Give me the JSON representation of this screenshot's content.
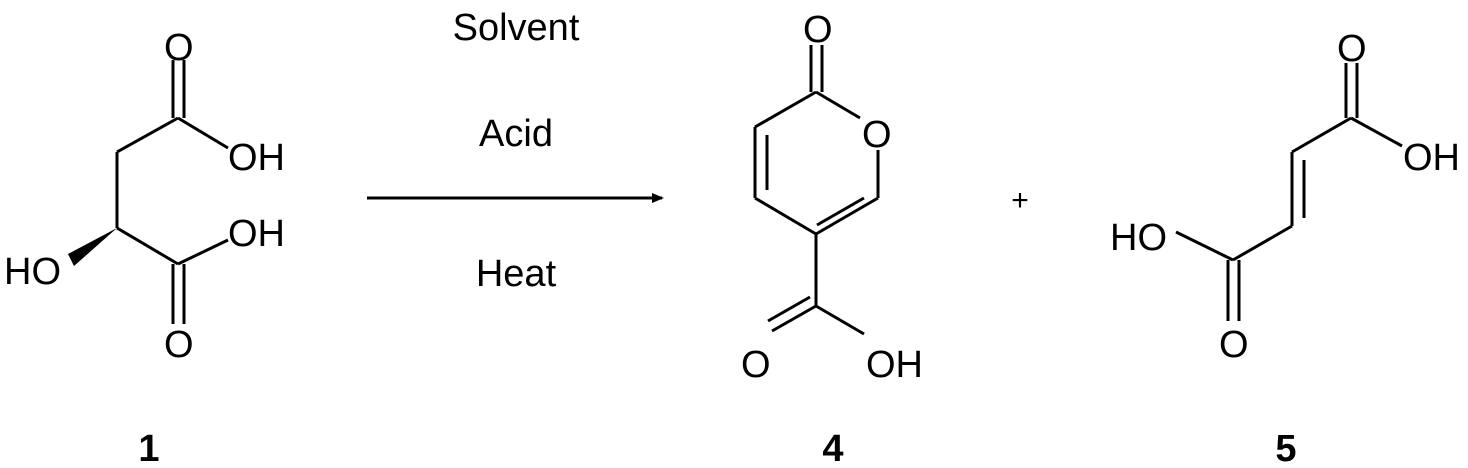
{
  "reaction": {
    "conditions": [
      "Solvent",
      "Acid",
      "Heat"
    ],
    "plus_sign": "+",
    "compounds": [
      {
        "number": "1",
        "atoms": {
          "top_carbonyl_o": "O",
          "top_hydroxyl": "OH",
          "middle_hydroxyl": "OH",
          "stereo_hydroxyl": "HO",
          "bottom_carbonyl_o": "O"
        }
      },
      {
        "number": "4",
        "atoms": {
          "lactone_carbonyl_o": "O",
          "ring_o": "O",
          "acid_carbonyl_o": "O",
          "acid_hydroxyl": "OH"
        }
      },
      {
        "number": "5",
        "atoms": {
          "top_carbonyl_o": "O",
          "top_hydroxyl": "OH",
          "bottom_hydroxyl": "HO",
          "bottom_carbonyl_o": "O"
        }
      }
    ]
  }
}
